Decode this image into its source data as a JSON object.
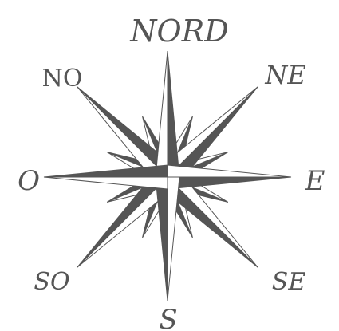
{
  "compass": {
    "labels": {
      "north": "NORD",
      "north_east": "NE",
      "east": "E",
      "south_east": "SE",
      "south": "S",
      "south_west": "SO",
      "west": "O",
      "north_west": "NO"
    },
    "colors": {
      "dark_fill": "#555555",
      "light_fill": "#ffffff",
      "outline": "#555555",
      "label": "#555555"
    }
  }
}
